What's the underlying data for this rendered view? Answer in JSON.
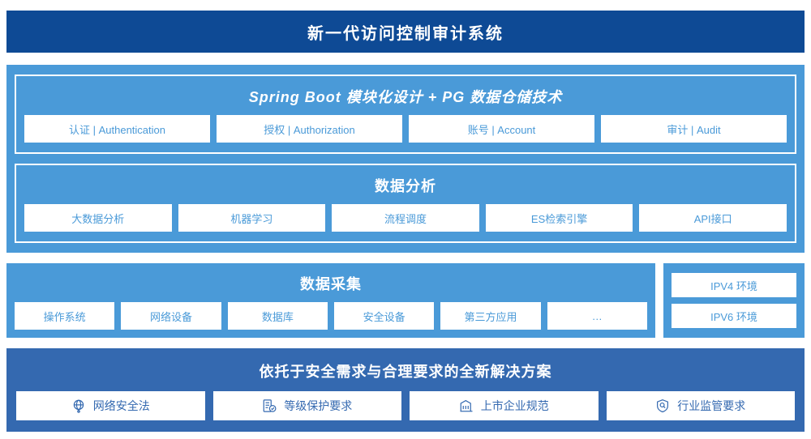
{
  "header": {
    "title": "新一代访问控制审计系统",
    "background": "#0e4a95"
  },
  "colors": {
    "light_blue": "#4a9ad8",
    "deep_blue": "#0e4a95",
    "medium_blue": "#3469b0",
    "white": "#ffffff"
  },
  "platform": {
    "cards": [
      {
        "title": "Spring Boot 模块化设计 + PG 数据仓储技术",
        "italic": true,
        "items": [
          {
            "label": "认证 | Authentication"
          },
          {
            "label": "授权 | Authorization"
          },
          {
            "label": "账号 | Account"
          },
          {
            "label": "审计 | Audit"
          }
        ]
      },
      {
        "title": "数据分析",
        "italic": false,
        "items": [
          {
            "label": "大数据分析"
          },
          {
            "label": "机器学习"
          },
          {
            "label": "流程调度"
          },
          {
            "label": "ES检索引擎"
          },
          {
            "label": "API接口"
          }
        ]
      }
    ]
  },
  "collection": {
    "title": "数据采集",
    "items": [
      {
        "label": "操作系统"
      },
      {
        "label": "网络设备"
      },
      {
        "label": "数据库"
      },
      {
        "label": "安全设备"
      },
      {
        "label": "第三方应用"
      },
      {
        "label": "…"
      }
    ],
    "environments": [
      {
        "label": "IPV4 环境"
      },
      {
        "label": "IPV6 环境"
      }
    ]
  },
  "solution": {
    "title": "依托于安全需求与合理要求的全新解决方案",
    "items": [
      {
        "label": "网络安全法",
        "icon": "globe-network-icon"
      },
      {
        "label": "等级保护要求",
        "icon": "document-check-icon"
      },
      {
        "label": "上市企业规范",
        "icon": "bank-building-icon"
      },
      {
        "label": "行业监管要求",
        "icon": "shield-search-icon"
      }
    ]
  }
}
